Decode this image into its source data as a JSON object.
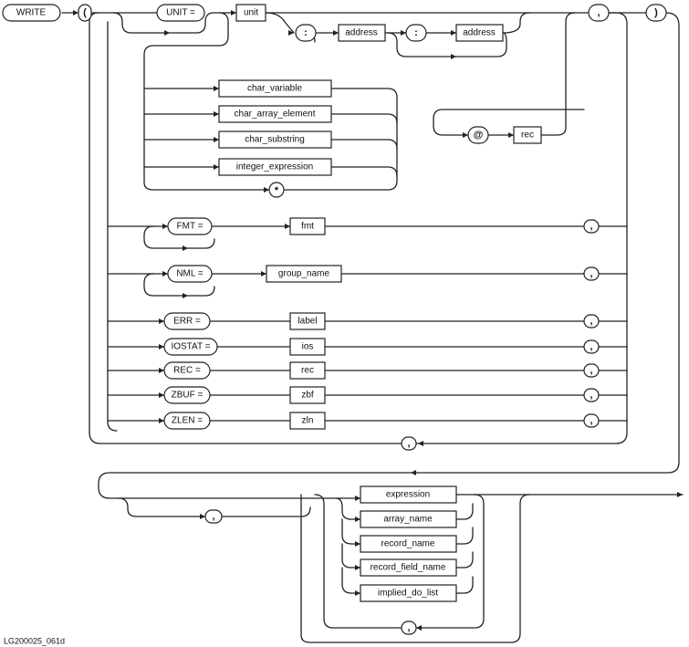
{
  "statement": "WRITE",
  "symbols": {
    "lparen": "(",
    "rparen": ")",
    "comma": ",",
    "colon": ":",
    "star": "*",
    "at": "@"
  },
  "keywords": {
    "unit_kw": "UNIT =",
    "fmt_kw": "FMT =",
    "nml_kw": "NML =",
    "err_kw": "ERR =",
    "iostat_kw": "IOSTAT =",
    "rec_kw": "REC =",
    "zbuf_kw": "ZBUF =",
    "zlen_kw": "ZLEN ="
  },
  "operands": {
    "unit": "unit",
    "address": "address",
    "char_variable": "char_variable",
    "char_array_element": "char_array_element",
    "char_substring": "char_substring",
    "integer_expression": "integer_expression",
    "rec": "rec",
    "fmt": "fmt",
    "group_name": "group_name",
    "label": "label",
    "ios": "ios",
    "zbf": "zbf",
    "zln": "zln"
  },
  "io_list": {
    "expression": "expression",
    "array_name": "array_name",
    "record_name": "record_name",
    "record_field_name": "record_field_name",
    "implied_do_list": "implied_do_list"
  },
  "figure_id": "LG200025_061d"
}
